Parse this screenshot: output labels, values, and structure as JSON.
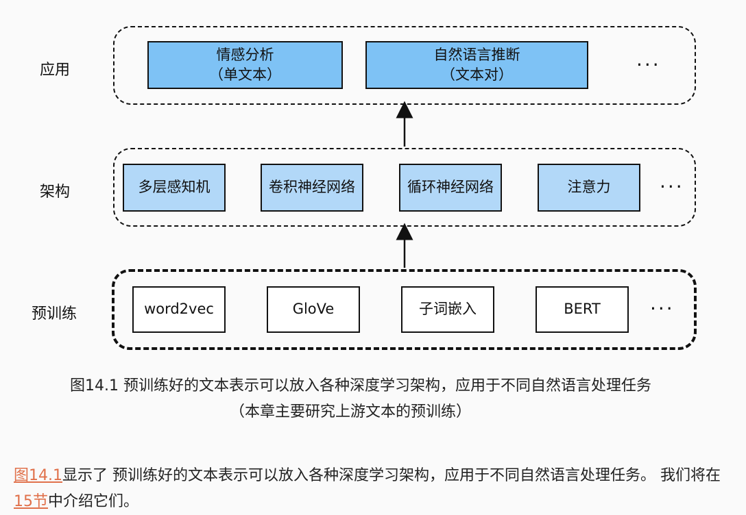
{
  "rows": {
    "application": {
      "label": "应用",
      "boxes": [
        {
          "line1": "情感分析",
          "line2": "（单文本）"
        },
        {
          "line1": "自然语言推断",
          "line2": "（文本对）"
        }
      ],
      "ellipsis": "···"
    },
    "architecture": {
      "label": "架构",
      "boxes": [
        "多层感知机",
        "卷积神经网络",
        "循环神经网络",
        "注意力"
      ],
      "ellipsis": "···"
    },
    "pretraining": {
      "label": "预训练",
      "boxes": [
        "word2vec",
        "GloVe",
        "子词嵌入",
        "BERT"
      ],
      "ellipsis": "···"
    }
  },
  "caption": {
    "line1": "图14.1  预训练好的文本表示可以放入各种深度学习架构，应用于不同自然语言处理任务",
    "line2": "（本章主要研究上游文本的预训练）"
  },
  "paragraph": {
    "link1": "图14.1",
    "text1": "显示了 预训练好的文本表示可以放入各种深度学习架构，应用于不同自然语言处理任务。 我们将在 ",
    "link2": "15节",
    "text2": "中介绍它们。"
  },
  "colors": {
    "application_box": "#7ec2f5",
    "architecture_box": "#b2d8f8",
    "pretraining_box": "#ffffff",
    "link": "#e0704a"
  }
}
